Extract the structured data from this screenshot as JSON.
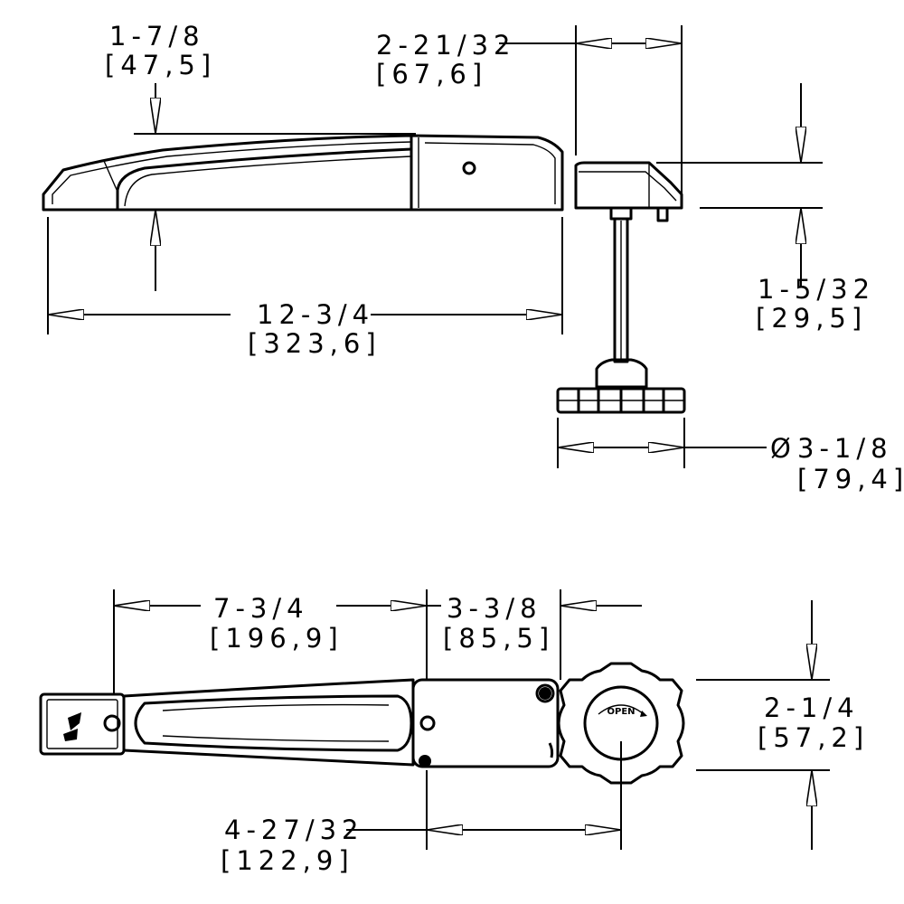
{
  "dimensions": {
    "height_total": {
      "imperial": "1-7/8",
      "metric": "[47,5]"
    },
    "head_length": {
      "imperial": "2-21/32",
      "metric": "[67,6]"
    },
    "overall_length": {
      "imperial": "12-3/4",
      "metric": "[323,6]"
    },
    "head_height": {
      "imperial": "1-5/32",
      "metric": "[29,5]"
    },
    "knob_diameter": {
      "symbol": "Ø",
      "imperial": "3-1/8",
      "metric": "[79,4]"
    },
    "grip_span": {
      "imperial": "7-3/4",
      "metric": "[196,9]"
    },
    "head_span": {
      "imperial": "3-3/8",
      "metric": "[85,5]"
    },
    "width": {
      "imperial": "2-1/4",
      "metric": "[57,2]"
    },
    "knob_offset": {
      "imperial": "4-27/32",
      "metric": "[122,9]"
    }
  },
  "knob_label": "OPEN"
}
